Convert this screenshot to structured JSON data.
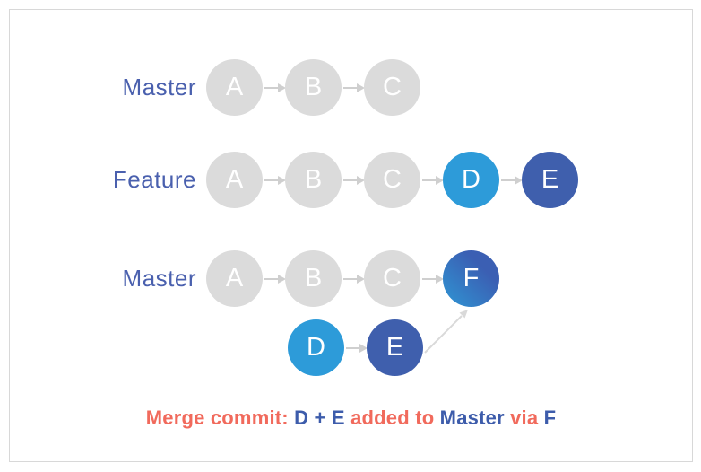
{
  "palette": {
    "background": "#ffffff",
    "frame_border": "#D8D8D8",
    "commit_gray": "#DBDBDB",
    "commit_light_blue": "#2D9BD9",
    "commit_dark_blue": "#3F5FAD",
    "merge_gradient": "linear-gradient(45deg, #2F96D4 0%, #3B5FB3 70%)",
    "label_blue": "#4A60AE",
    "caption_blue": "#3D5CAB",
    "caption_coral": "#F16A5C",
    "arrow_gray": "#CFCFCF",
    "merge_arrow_gray": "#D9D9D9",
    "commit_letter_color": "#ffffff"
  },
  "diagram": {
    "rows": [
      {
        "label": "Master",
        "commits": [
          {
            "id": "A",
            "background": "#DBDBDB"
          },
          {
            "id": "B",
            "background": "#DBDBDB"
          },
          {
            "id": "C",
            "background": "#DBDBDB"
          }
        ]
      },
      {
        "label": "Feature",
        "commits": [
          {
            "id": "A",
            "background": "#DBDBDB"
          },
          {
            "id": "B",
            "background": "#DBDBDB"
          },
          {
            "id": "C",
            "background": "#DBDBDB"
          },
          {
            "id": "D",
            "background": "#2D9BD9"
          },
          {
            "id": "E",
            "background": "#3F5FAD"
          }
        ]
      },
      {
        "label": "Master",
        "commits": [
          {
            "id": "A",
            "background": "#DBDBDB"
          },
          {
            "id": "B",
            "background": "#DBDBDB"
          },
          {
            "id": "C",
            "background": "#DBDBDB"
          },
          {
            "id": "F",
            "background": "linear-gradient(45deg, #2F96D4 0%, #3B5FB3 70%)"
          }
        ]
      },
      {
        "label": "",
        "commits": [
          {
            "id": "D",
            "background": "#2D9BD9"
          },
          {
            "id": "E",
            "background": "#3F5FAD"
          }
        ]
      }
    ],
    "caption": {
      "segments": [
        {
          "text": "Merge commit: ",
          "color": "#F16A5C"
        },
        {
          "text": "D + E",
          "color": "#3D5CAB"
        },
        {
          "text": " added to ",
          "color": "#F16A5C"
        },
        {
          "text": "Master",
          "color": "#3D5CAB"
        },
        {
          "text": " via ",
          "color": "#F16A5C"
        },
        {
          "text": "F",
          "color": "#3D5CAB"
        }
      ]
    }
  }
}
